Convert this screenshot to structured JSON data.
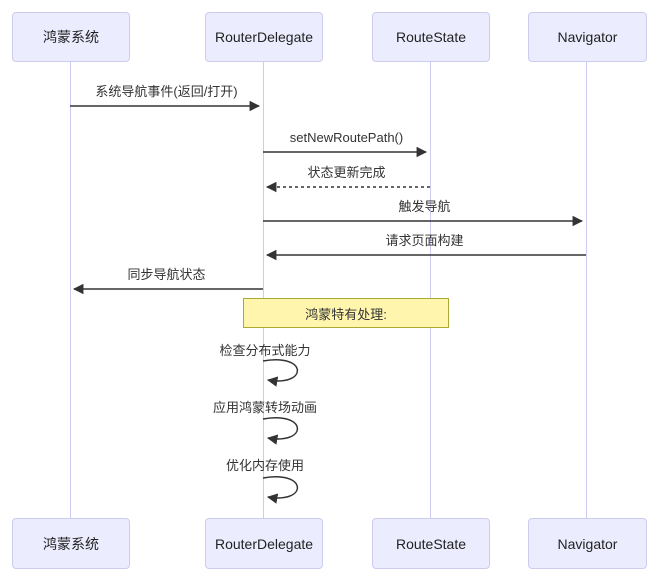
{
  "diagram": {
    "type": "sequence",
    "actors": [
      {
        "id": "harmony-system",
        "label": "鸿蒙系统"
      },
      {
        "id": "router-delegate",
        "label": "RouterDelegate"
      },
      {
        "id": "route-state",
        "label": "RouteState"
      },
      {
        "id": "navigator",
        "label": "Navigator"
      }
    ],
    "messages": [
      {
        "label": "系统导航事件(返回/打开)",
        "from": "鸿蒙系统",
        "to": "RouterDelegate",
        "style": "solid"
      },
      {
        "label": "setNewRoutePath()",
        "from": "RouterDelegate",
        "to": "RouteState",
        "style": "solid"
      },
      {
        "label": "状态更新完成",
        "from": "RouteState",
        "to": "RouterDelegate",
        "style": "dashed"
      },
      {
        "label": "触发导航",
        "from": "RouterDelegate",
        "to": "Navigator",
        "style": "solid"
      },
      {
        "label": "请求页面构建",
        "from": "Navigator",
        "to": "RouterDelegate",
        "style": "solid"
      },
      {
        "label": "同步导航状态",
        "from": "RouterDelegate",
        "to": "鸿蒙系统",
        "style": "solid"
      }
    ],
    "note": {
      "label": "鸿蒙特有处理:",
      "over": "RouterDelegate"
    },
    "self_messages": [
      {
        "label": "检查分布式能力",
        "on": "RouterDelegate"
      },
      {
        "label": "应用鸿蒙转场动画",
        "on": "RouterDelegate"
      },
      {
        "label": "优化内存使用",
        "on": "RouterDelegate"
      }
    ],
    "colors": {
      "actor_fill": "#ECECFF",
      "actor_border": "#CCCCEE",
      "lifeline": "#CCCCF0",
      "note_fill": "#FFF5AD",
      "note_border": "#AAAA33",
      "line": "#333333",
      "text": "#333333"
    }
  }
}
